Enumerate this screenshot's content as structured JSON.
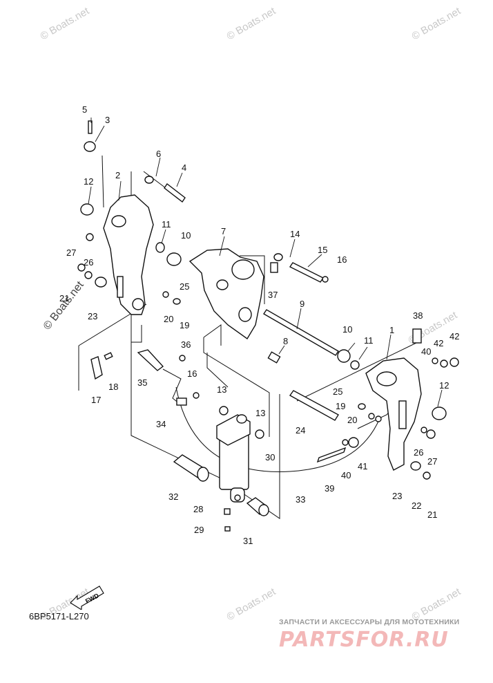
{
  "watermark": "© Boats.net",
  "callouts": [
    {
      "n": "1"
    },
    {
      "n": "2"
    },
    {
      "n": "3"
    },
    {
      "n": "4"
    },
    {
      "n": "5"
    },
    {
      "n": "6"
    },
    {
      "n": "7"
    },
    {
      "n": "8"
    },
    {
      "n": "9"
    },
    {
      "n": "10"
    },
    {
      "n": "10"
    },
    {
      "n": "11"
    },
    {
      "n": "11"
    },
    {
      "n": "12"
    },
    {
      "n": "12"
    },
    {
      "n": "13"
    },
    {
      "n": "13"
    },
    {
      "n": "14"
    },
    {
      "n": "15"
    },
    {
      "n": "16"
    },
    {
      "n": "16"
    },
    {
      "n": "17"
    },
    {
      "n": "18"
    },
    {
      "n": "19"
    },
    {
      "n": "19"
    },
    {
      "n": "20"
    },
    {
      "n": "20"
    },
    {
      "n": "21"
    },
    {
      "n": "21"
    },
    {
      "n": "22"
    },
    {
      "n": "23"
    },
    {
      "n": "23"
    },
    {
      "n": "24"
    },
    {
      "n": "25"
    },
    {
      "n": "25"
    },
    {
      "n": "26"
    },
    {
      "n": "26"
    },
    {
      "n": "27"
    },
    {
      "n": "27"
    },
    {
      "n": "28"
    },
    {
      "n": "29"
    },
    {
      "n": "30"
    },
    {
      "n": "31"
    },
    {
      "n": "32"
    },
    {
      "n": "33"
    },
    {
      "n": "34"
    },
    {
      "n": "35"
    },
    {
      "n": "36"
    },
    {
      "n": "37"
    },
    {
      "n": "38"
    },
    {
      "n": "39"
    },
    {
      "n": "40"
    },
    {
      "n": "40"
    },
    {
      "n": "41"
    },
    {
      "n": "42"
    },
    {
      "n": "42"
    }
  ],
  "fwd_label": "FWD",
  "diagram_code": "6BP5171-L270",
  "shop_tagline": "ЗАПЧАСТИ И АКСЕССУАРЫ ДЛЯ МОТОТЕХНИКИ",
  "shop_brand": "PARTSFOR.RU"
}
